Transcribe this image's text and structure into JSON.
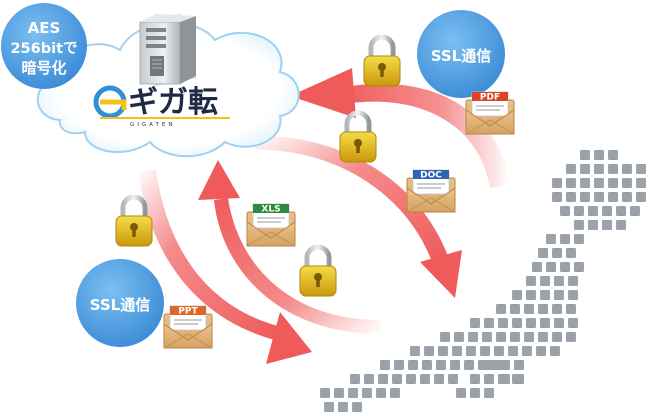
{
  "encryption_badge": {
    "line1": "AES",
    "line2": "256bitで",
    "line3": "暗号化"
  },
  "brand": {
    "name": "ギガ転",
    "sub": "GIGATEN",
    "logo_letter": "G"
  },
  "ssl_labels": {
    "top": "SSL通信",
    "bottom": "SSL通信"
  },
  "envelopes": {
    "pdf": {
      "tag": "PDF",
      "color": "#d9442b"
    },
    "doc": {
      "tag": "DOC",
      "color": "#2d64b3"
    },
    "xls": {
      "tag": "XLS",
      "color": "#2e8b3c"
    },
    "ppt": {
      "tag": "PPT",
      "color": "#e0672a"
    }
  },
  "colors": {
    "badge_blue": "#4d9fe0",
    "arrow_red": "#f26d6d",
    "lock_gold": "#e8c21e",
    "cloud_outline": "#9fd1f0",
    "map_gray": "#9aa1a8"
  }
}
